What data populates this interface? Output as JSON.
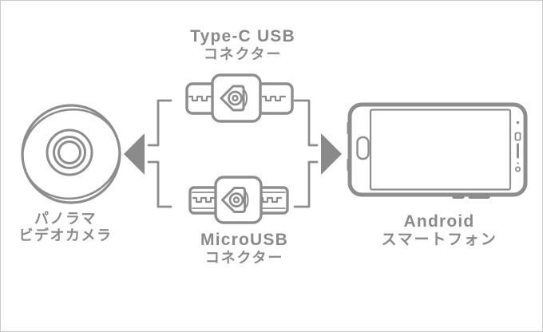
{
  "colors": {
    "line": "#8d8d8d",
    "text": "#8a8a8a",
    "arrow": "#8a8a8a",
    "background": "#ffffff",
    "frame_border": "#c9c9c9"
  },
  "labels": {
    "type_c": {
      "title": "Type-C USB",
      "subtitle": "コネクター"
    },
    "micro_usb": {
      "title": "MicroUSB",
      "subtitle": "コネクター"
    },
    "camera": {
      "line1": "パノラマ",
      "line2": "ビデオカメラ"
    },
    "phone": {
      "line1": "Android",
      "line2": "スマートフォン"
    }
  },
  "icons": {
    "camera": "panorama-camera-icon",
    "connector_top": "typec-connector-icon",
    "connector_bottom": "microusb-connector-icon",
    "arrow_left": "left-arrow-icon",
    "arrow_right": "right-arrow-icon",
    "phone": "android-phone-icon"
  }
}
